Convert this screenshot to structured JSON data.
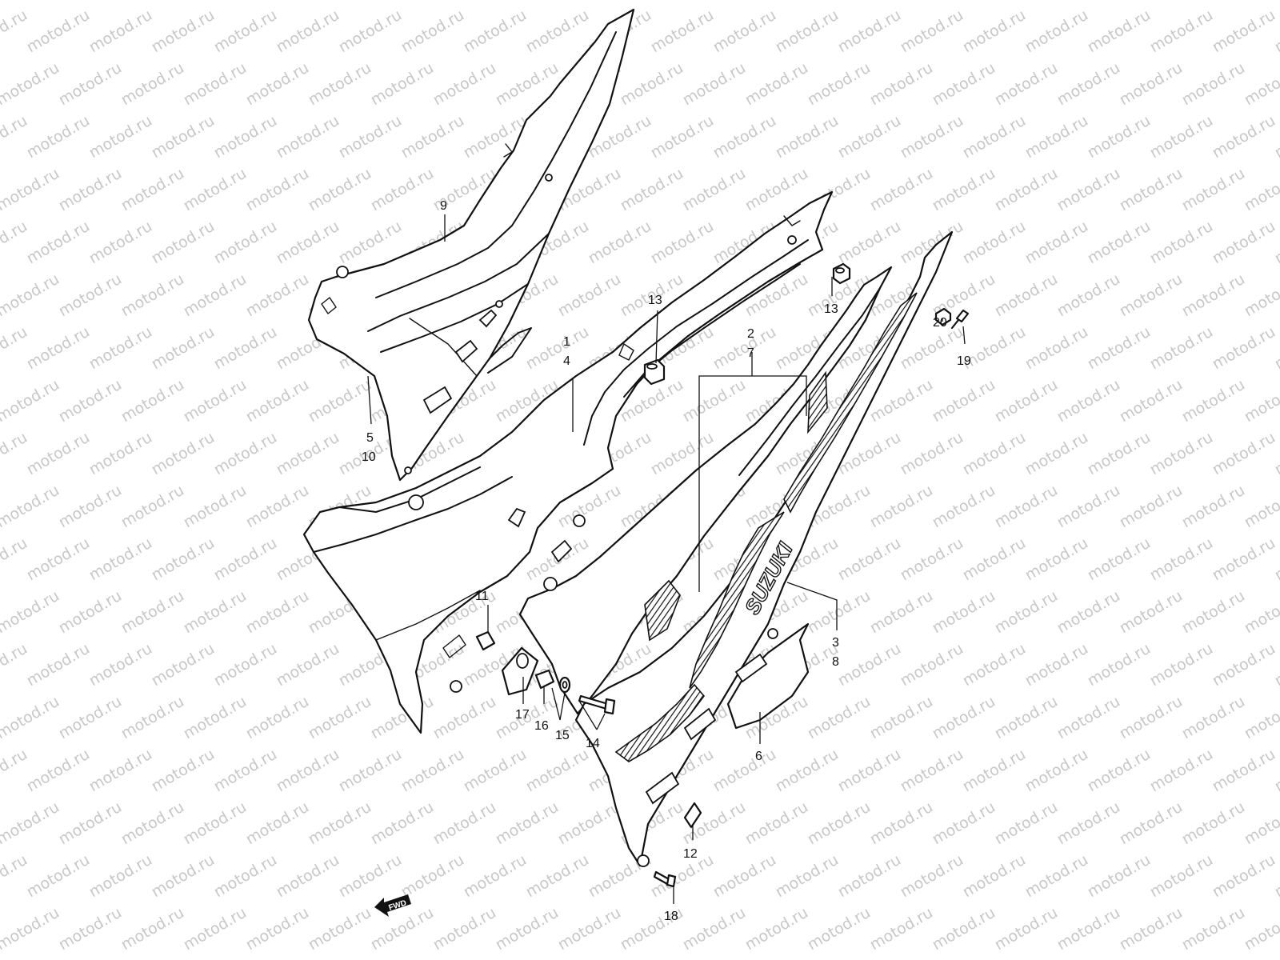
{
  "watermark": "motod.ru",
  "brand_decal": "SUZUKI",
  "fwd_label": "FWD",
  "callouts": {
    "c1": "1",
    "c2": "2",
    "c3": "3",
    "c4": "4",
    "c5": "5",
    "c6": "6",
    "c7": "7",
    "c8": "8",
    "c9": "9",
    "c10": "10",
    "c11": "11",
    "c12": "12",
    "c13a": "13",
    "c13b": "13",
    "c14": "14",
    "c15": "15",
    "c16": "16",
    "c17": "17",
    "c18": "18",
    "c19": "19",
    "c20": "20"
  }
}
